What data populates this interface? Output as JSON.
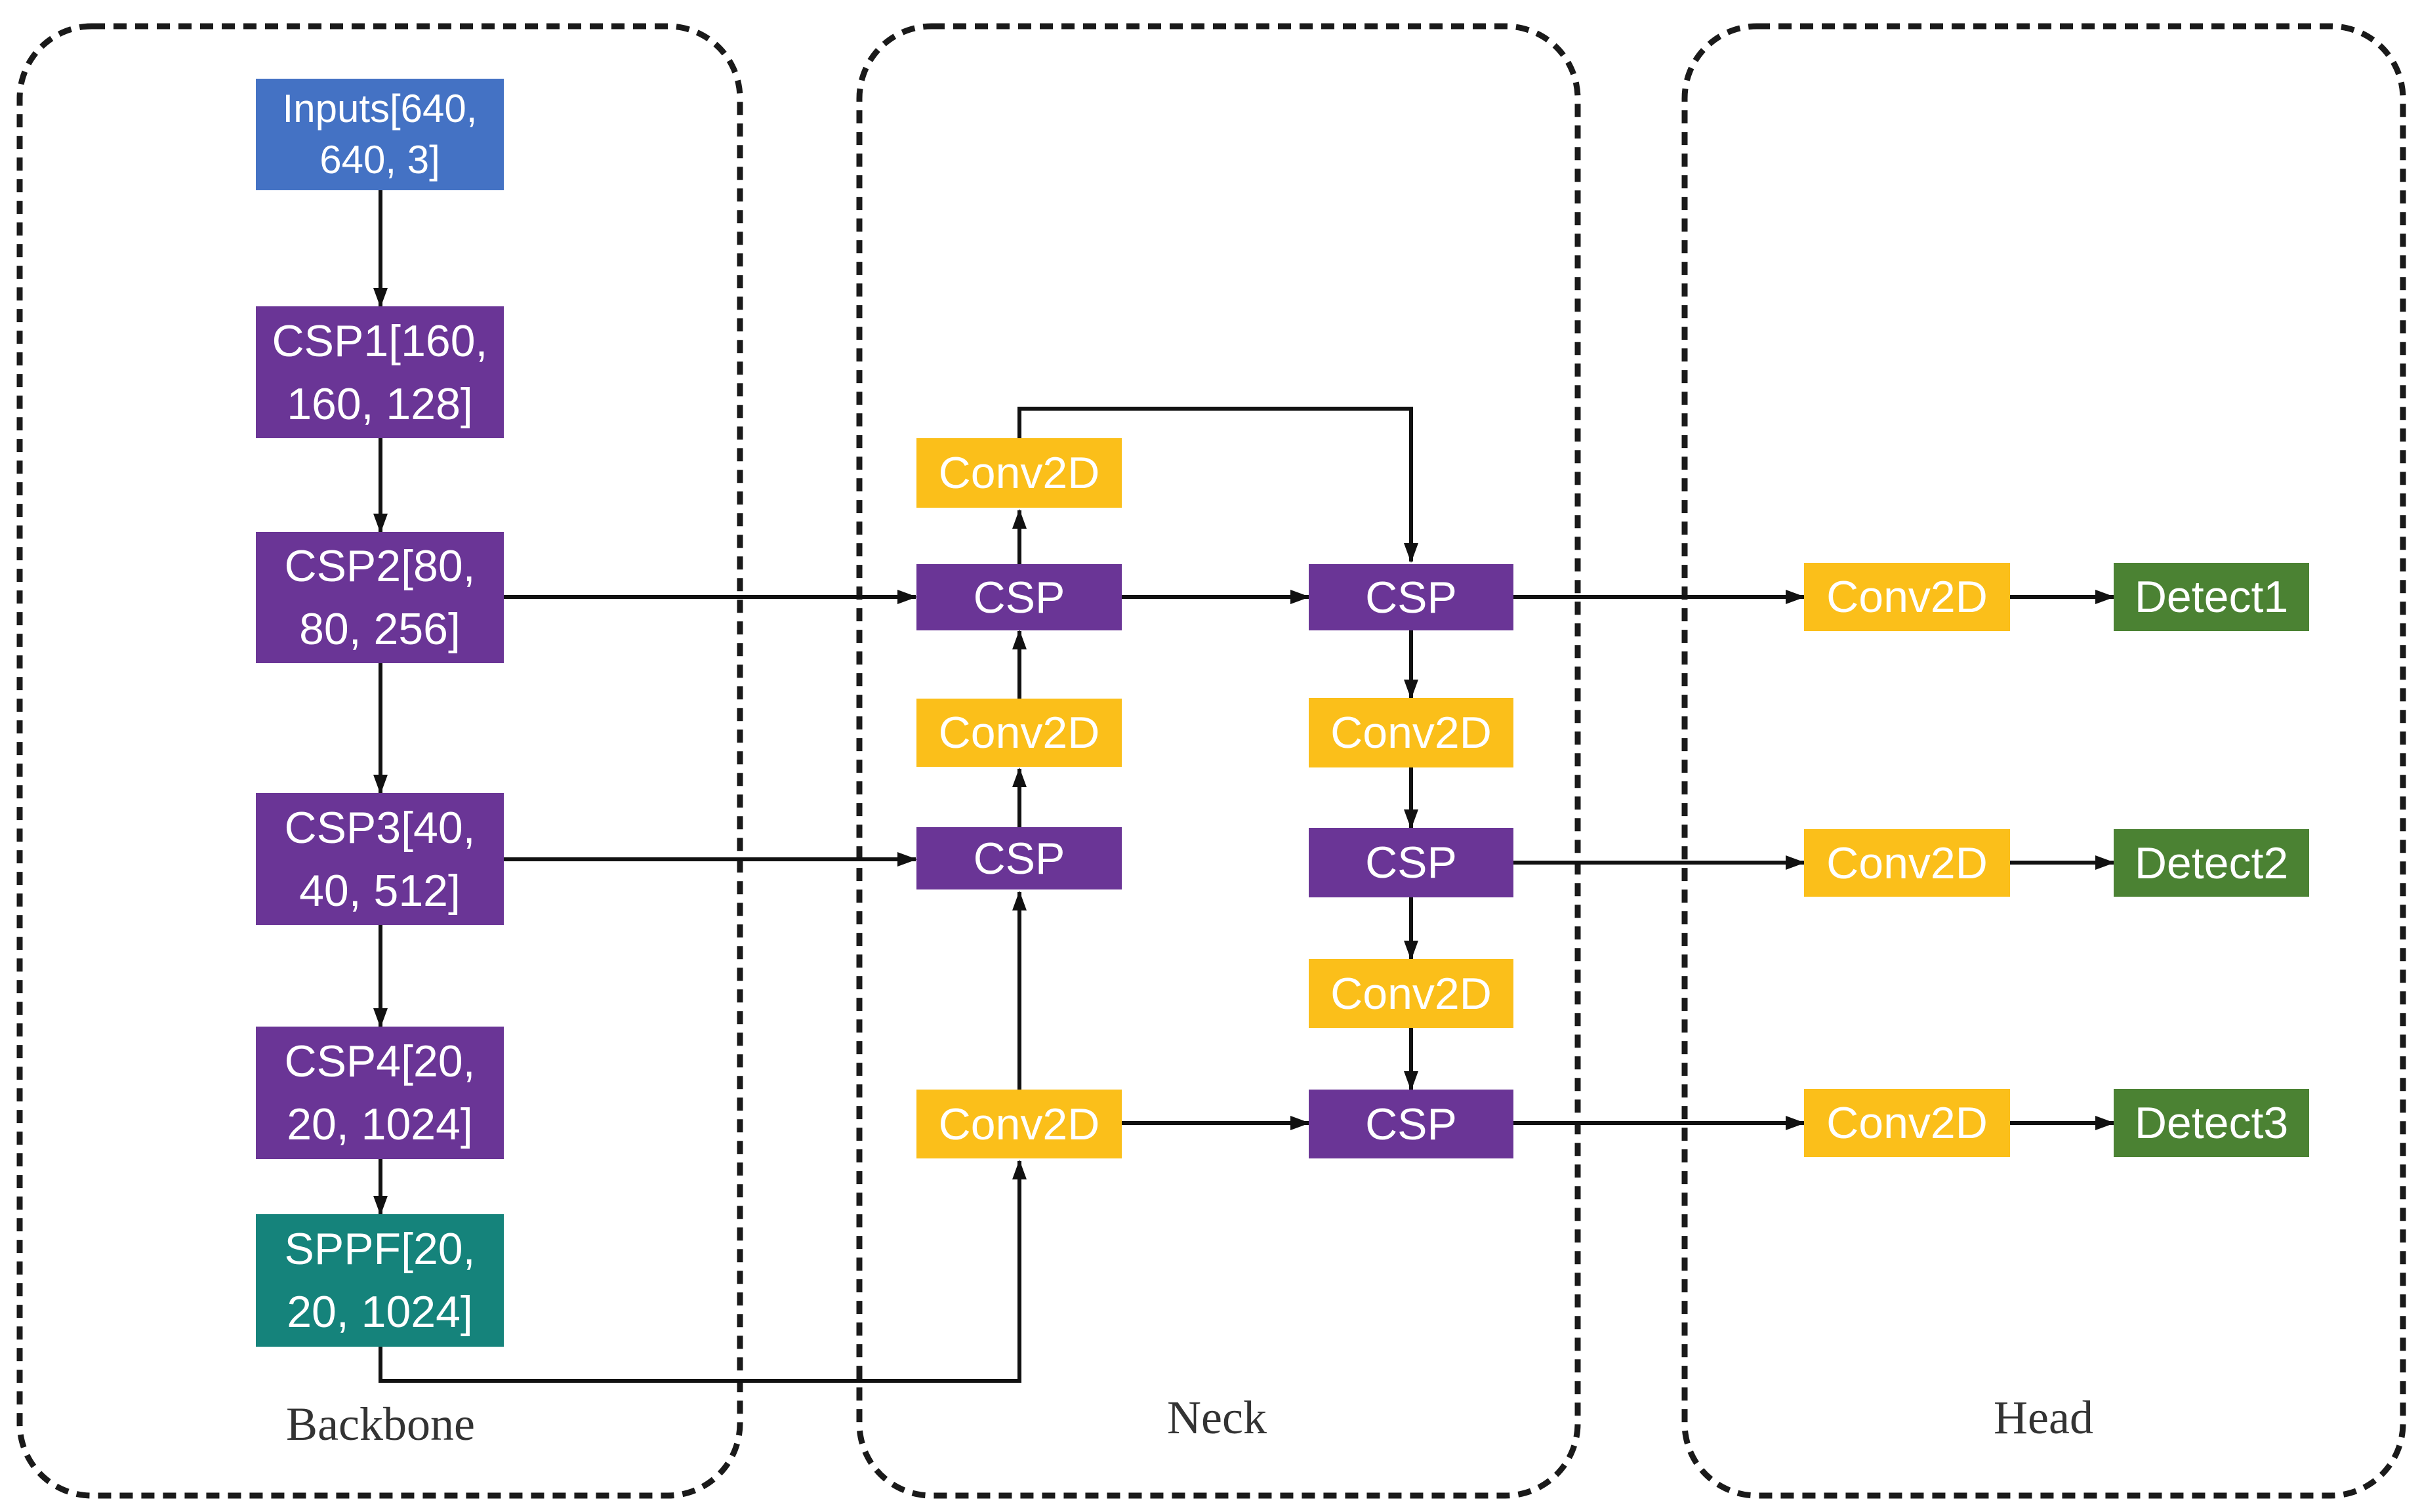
{
  "sections": {
    "backbone": "Backbone",
    "neck": "Neck",
    "head": "Head"
  },
  "backbone": {
    "inputs": "Inputs[640,\n640, 3]",
    "csp1": "CSP1[160,\n160, 128]",
    "csp2": "CSP2[80,\n80, 256]",
    "csp3": "CSP3[40,\n40, 512]",
    "csp4": "CSP4[20,\n20, 1024]",
    "sppf": "SPPF[20,\n20, 1024]"
  },
  "neck": {
    "conv_top": "Conv2D",
    "csp_a1": "CSP",
    "conv_a2": "Conv2D",
    "csp_a3": "CSP",
    "conv_a4": "Conv2D",
    "csp_b1": "CSP",
    "conv_b2": "Conv2D",
    "csp_b3": "CSP",
    "conv_b4": "Conv2D",
    "csp_b5": "CSP"
  },
  "head": {
    "conv1": "Conv2D",
    "conv2": "Conv2D",
    "conv3": "Conv2D",
    "detect1": "Detect1",
    "detect2": "Detect2",
    "detect3": "Detect3"
  },
  "colors": {
    "input": "#4472c4",
    "csp": "#6a3596",
    "conv2d": "#fbbf1a",
    "sppf": "#15837b",
    "detect": "#4b8233",
    "line": "#111111"
  }
}
